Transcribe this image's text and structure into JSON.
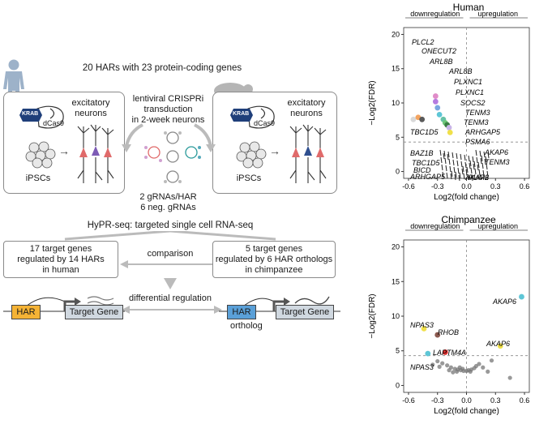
{
  "workflow": {
    "title": "20 HARs with 23 protein-coding genes",
    "crispri_lines": [
      "lentiviral CRISPRi",
      "transduction",
      "in 2-week neurons"
    ],
    "krab": "KRAB",
    "dcas9": "dCas9",
    "excitatory_neurons": [
      "excitatory",
      "neurons"
    ],
    "ipscs": "iPSCs",
    "grna": [
      "2 gRNAs/HAR",
      "6 neg. gRNAs"
    ],
    "hypr": "HyPR-seq: targeted single cell RNA-seq",
    "human_result": [
      "17 target genes",
      "regulated by 14 HARs",
      "in human"
    ],
    "comparison": "comparison",
    "chimp_result": [
      "5 target genes",
      "regulated by 6 HAR orthologs",
      "in chimpanzee"
    ],
    "differential": "differential regulation",
    "har": "HAR",
    "target_gene": "Target Gene",
    "har_ortholog": "ortholog"
  },
  "colors": {
    "har_human": "#f5b335",
    "har_chimp": "#5aa0d8",
    "gene_box": "#d0d8e0",
    "krab": "#1f3f7a"
  },
  "chart_data": [
    {
      "type": "scatter",
      "title": "Human",
      "xlabel": "Log2(fold change)",
      "ylabel": "−Log2(FDR)",
      "direction_left": "downregulation",
      "direction_right": "upregulation",
      "xlim": [
        -0.65,
        0.65
      ],
      "ylim": [
        -1,
        21
      ],
      "xticks": [
        "-0.6",
        "-0.3",
        "0.0",
        "0.3",
        "0.6"
      ],
      "yticks": [
        "0",
        "5",
        "10",
        "15",
        "20"
      ],
      "threshold_y": 4.3,
      "labeled_points": [
        {
          "label": "PLCL2",
          "x": -0.55,
          "y": 7.6,
          "color": "#d9d9d9"
        },
        {
          "label": "ONECUT2",
          "x": -0.5,
          "y": 7.9,
          "color": "#f4a460"
        },
        {
          "label": "ARL8B",
          "x": -0.32,
          "y": 11.0,
          "color": "#e08cc8"
        },
        {
          "label": "ARL8B",
          "x": -0.32,
          "y": 10.2,
          "color": "#b57be0"
        },
        {
          "label": "PLXNC1",
          "x": -0.3,
          "y": 9.3,
          "color": "#7aa6e0"
        },
        {
          "label": "PLXNC1",
          "x": -0.28,
          "y": 8.3,
          "color": "#5ec6d6"
        },
        {
          "label": "SOCS2",
          "x": -0.24,
          "y": 7.6,
          "color": "#66c2a5"
        },
        {
          "label": "TENM3",
          "x": -0.22,
          "y": 7.1,
          "color": "#6ec67a"
        },
        {
          "label": "TENM3",
          "x": -0.2,
          "y": 6.8,
          "color": "#3a7d44"
        },
        {
          "label": "ARHGAP5",
          "x": -0.18,
          "y": 6.4,
          "color": "#c8b4e8"
        },
        {
          "label": "PSMA6",
          "x": -0.17,
          "y": 5.7,
          "color": "#f0e04a"
        },
        {
          "label": "TBC1D5",
          "x": -0.46,
          "y": 7.6,
          "color": "#5a5a5a"
        }
      ],
      "crowded_labels": [
        "BAZ1B",
        "TBC1D5",
        "BICD",
        "ARHGAP5",
        "AKAP6",
        "TENM3",
        "AKAP6",
        "PUM2"
      ]
    },
    {
      "type": "scatter",
      "title": "Chimpanzee",
      "xlabel": "Log2(fold change)",
      "ylabel": "−Log2(FDR)",
      "direction_left": "downregulation",
      "direction_right": "upregulation",
      "xlim": [
        -0.65,
        0.65
      ],
      "ylim": [
        -1,
        21
      ],
      "xticks": [
        "-0.6",
        "-0.3",
        "0.0",
        "0.3",
        "0.6"
      ],
      "yticks": [
        "0",
        "5",
        "10",
        "15",
        "20"
      ],
      "threshold_y": 4.3,
      "labeled_points": [
        {
          "label": "AKAP6",
          "x": 0.57,
          "y": 12.8,
          "color": "#5ec6d6"
        },
        {
          "label": "NPAS3",
          "x": -0.44,
          "y": 8.2,
          "color": "#f0e04a"
        },
        {
          "label": "RHOB",
          "x": -0.3,
          "y": 7.3,
          "color": "#8b5a50"
        },
        {
          "label": "AKAP6",
          "x": 0.35,
          "y": 5.7,
          "color": "#f0e04a"
        },
        {
          "label": "LAPTM4A",
          "x": -0.22,
          "y": 4.8,
          "color": "#e03030"
        },
        {
          "label": "NPAS3",
          "x": -0.4,
          "y": 4.6,
          "color": "#5ec6d6"
        }
      ],
      "background_points": [
        {
          "x": -0.3,
          "y": 3.5
        },
        {
          "x": -0.25,
          "y": 3.2
        },
        {
          "x": -0.2,
          "y": 2.9
        },
        {
          "x": -0.16,
          "y": 2.6
        },
        {
          "x": -0.12,
          "y": 2.4
        },
        {
          "x": -0.09,
          "y": 2.3
        },
        {
          "x": -0.06,
          "y": 2.2
        },
        {
          "x": -0.03,
          "y": 2.1
        },
        {
          "x": 0.0,
          "y": 2.1
        },
        {
          "x": 0.02,
          "y": 2.2
        },
        {
          "x": 0.05,
          "y": 2.3
        },
        {
          "x": 0.08,
          "y": 2.5
        },
        {
          "x": 0.1,
          "y": 2.8
        },
        {
          "x": 0.13,
          "y": 3.1
        },
        {
          "x": -0.18,
          "y": 2.2
        },
        {
          "x": -0.14,
          "y": 1.9
        },
        {
          "x": -0.1,
          "y": 2.0
        },
        {
          "x": -0.07,
          "y": 2.6
        },
        {
          "x": -0.04,
          "y": 2.4
        },
        {
          "x": 0.04,
          "y": 2.0
        },
        {
          "x": 0.17,
          "y": 2.6
        },
        {
          "x": 0.22,
          "y": 2.0
        },
        {
          "x": 0.26,
          "y": 3.6
        },
        {
          "x": 0.45,
          "y": 1.1
        },
        {
          "x": -0.35,
          "y": 3.0
        },
        {
          "x": -0.28,
          "y": 2.7
        }
      ]
    }
  ]
}
